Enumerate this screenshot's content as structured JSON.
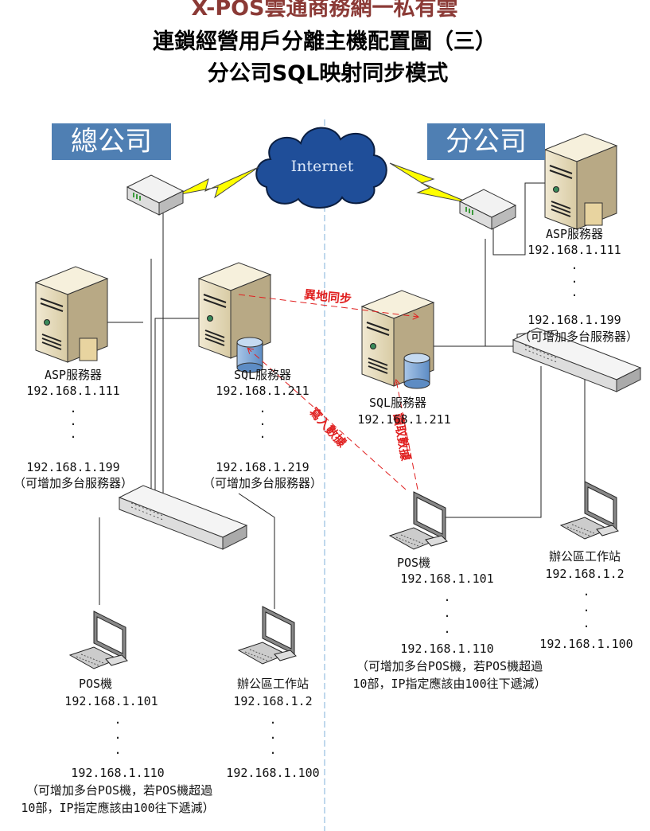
{
  "title": {
    "line1": "X-POS雲通商務網一私有雲",
    "line2": "連鎖經營用戶分離主機配置圖（三）",
    "line3": "分公司SQL映射同步模式"
  },
  "sites": {
    "head_office": "總公司",
    "branch": "分公司"
  },
  "cloud_label": "Internet",
  "colors": {
    "title_accent": "#8b3a36",
    "site_box": "#4f7fb3",
    "cloud": "#1f4e99",
    "annotation": "#e02020",
    "lightning": "#ffff00"
  },
  "annotations": {
    "sync": "異地同步",
    "write": "寫入數據",
    "read": "讀取數據"
  },
  "head_office": {
    "asp": {
      "name": "ASP服務器",
      "ip_start": "192.168.1.111",
      "ip_end": "192.168.1.199",
      "note": "（可增加多台服務器）"
    },
    "sql": {
      "name": "SQL服務器",
      "ip_start": "192.168.1.211",
      "ip_end": "192.168.1.219",
      "note": "（可增加多台服務器）"
    },
    "pos": {
      "name": "POS機",
      "ip_start": "192.168.1.101",
      "ip_end": "192.168.1.110",
      "note1": "（可增加多台POS機，若POS機超過",
      "note2": "10部，IP指定應該由100往下遞減）"
    },
    "office": {
      "name": "辦公區工作站",
      "ip_start": "192.168.1.2",
      "ip_end": "192.168.1.100"
    }
  },
  "branch": {
    "asp": {
      "name": "ASP服務器",
      "ip_start": "192.168.1.111",
      "ip_end": "192.168.1.199",
      "note": "（可增加多台服務器）"
    },
    "sql": {
      "name": "SQL服務器",
      "ip_start": "192.168.1.211"
    },
    "pos": {
      "name": "POS機",
      "ip_start": "192.168.1.101",
      "ip_end": "192.168.1.110",
      "note1": "（可增加多台POS機，若POS機超過",
      "note2": "10部，IP指定應該由100往下遞減）"
    },
    "office": {
      "name": "辦公區工作站",
      "ip_start": "192.168.1.2",
      "ip_end": "192.168.1.100"
    }
  }
}
